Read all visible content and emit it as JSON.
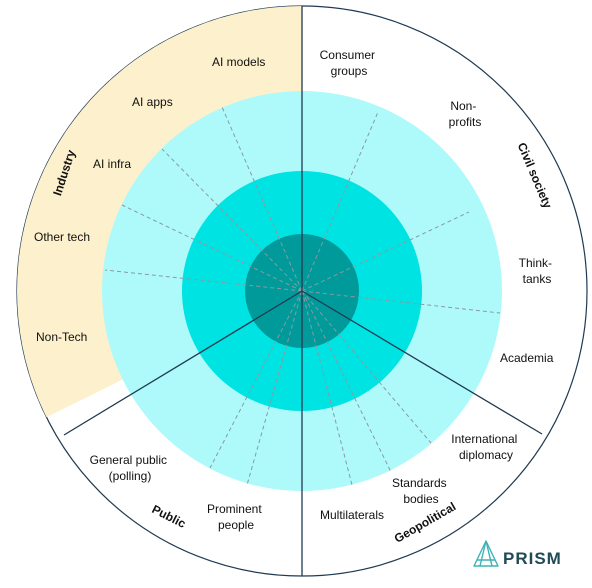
{
  "sections": [
    {
      "id": "industry",
      "label": "Industry"
    },
    {
      "id": "civil",
      "label": "Civil society"
    },
    {
      "id": "geo",
      "label": "Geopolitical"
    },
    {
      "id": "public",
      "label": "Public"
    }
  ],
  "segments": {
    "ai_models": "AI models",
    "ai_apps": "AI apps",
    "ai_infra": "AI infra",
    "other_tech": "Other tech",
    "non_tech": "Non-Tech",
    "consumer_groups": [
      "Consumer",
      "groups"
    ],
    "non_profits": [
      "Non-",
      "profits"
    ],
    "think_tanks": [
      "Think-",
      "tanks"
    ],
    "academia": "Academia",
    "intl_diplomacy": [
      "International",
      "diplomacy"
    ],
    "standards_bodies": [
      "Standards",
      "bodies"
    ],
    "multilaterals": "Multilaterals",
    "prominent_people": [
      "Prominent",
      "people"
    ],
    "general_public": [
      "General public",
      "(polling)"
    ]
  },
  "brand": {
    "name": "PRISM",
    "icon": "prism-logo-icon"
  },
  "colors": {
    "industry_bg": "#fdf0cc",
    "ring_outer": "#aefafa",
    "ring_mid": "#00e3e3",
    "ring_inner": "#009a9a",
    "divider": "#1f3a52"
  }
}
